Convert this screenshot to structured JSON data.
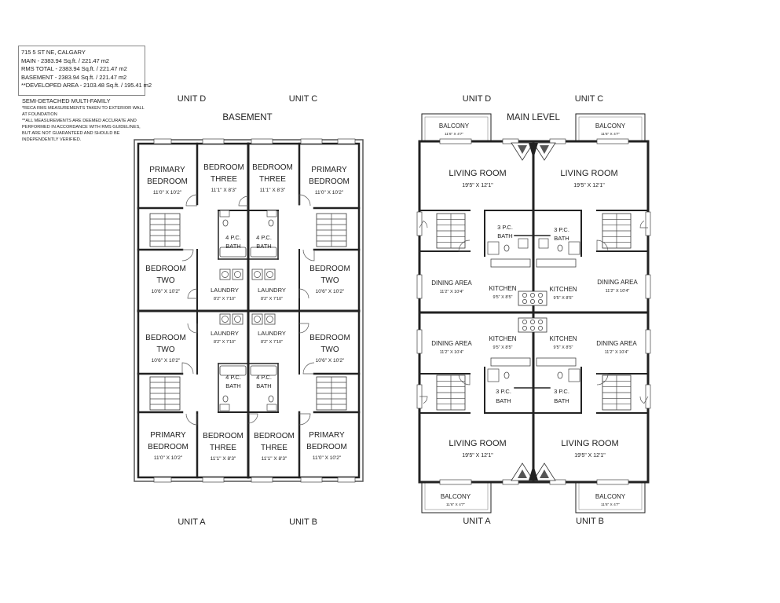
{
  "info": {
    "address": "715 5 ST NE, CALGARY",
    "main": "MAIN - 2383.94 Sq.ft. / 221.47 m2",
    "rms_total": "RMS TOTAL - 2383.94 Sq.ft. / 221.47 m2",
    "basement": "BASEMENT - 2383.94 Sq.ft. / 221.47 m2",
    "developed": "**DEVELOPED AREA - 2103.48 Sq.ft. / 195.41 m2"
  },
  "notes": {
    "type": "SEMI-DETACHED MULTI-FAMILY",
    "line1": "*RECA RMS MEASUREMENTS TAKEN TO EXTERIOR WALL",
    "line2": "AT FOUNDATION",
    "line3": "**ALL MEASUREMENTS ARE DEEMED ACCURATE AND",
    "line4": "PERFORMED IN ACCORDANCE WITH RMS GUIDELINES,",
    "line5": "BUT ARE NOT GUARANTEED AND SHOULD BE",
    "line6": "INDEPENDENTLY VERIFIED."
  },
  "basement": {
    "title": "BASEMENT",
    "unit_d": "UNIT D",
    "unit_c": "UNIT C",
    "unit_a": "UNIT A",
    "unit_b": "UNIT B",
    "primary_bedroom_1": "PRIMARY",
    "primary_bedroom_2": "BEDROOM",
    "primary_bedroom_dim": "11'0\" X 10'2\"",
    "bedroom_three_1": "BEDROOM",
    "bedroom_three_2": "THREE",
    "bedroom_three_dim": "11'1\" X 8'3\"",
    "bedroom_two_1": "BEDROOM",
    "bedroom_two_2": "TWO",
    "bedroom_two_dim": "10'6\" X 10'2\"",
    "bath_1": "4 P.C.",
    "bath_2": "BATH",
    "laundry": "LAUNDRY",
    "laundry_dim": "8'2\" X 7'10\""
  },
  "main_level": {
    "title": "MAIN LEVEL",
    "unit_d": "UNIT D",
    "unit_c": "UNIT C",
    "unit_a": "UNIT A",
    "unit_b": "UNIT B",
    "balcony": "BALCONY",
    "balcony_dim": "11'6\" X 4'7\"",
    "living_room": "LIVING ROOM",
    "living_room_dim": "19'5\" X 12'1\"",
    "bath_1": "3 P.C.",
    "bath_2": "BATH",
    "dining_area": "DINING AREA",
    "dining_dim": "11'2\" X 10'4\"",
    "kitchen": "KITCHEN",
    "kitchen_dim": "9'5\" X 8'5\""
  }
}
